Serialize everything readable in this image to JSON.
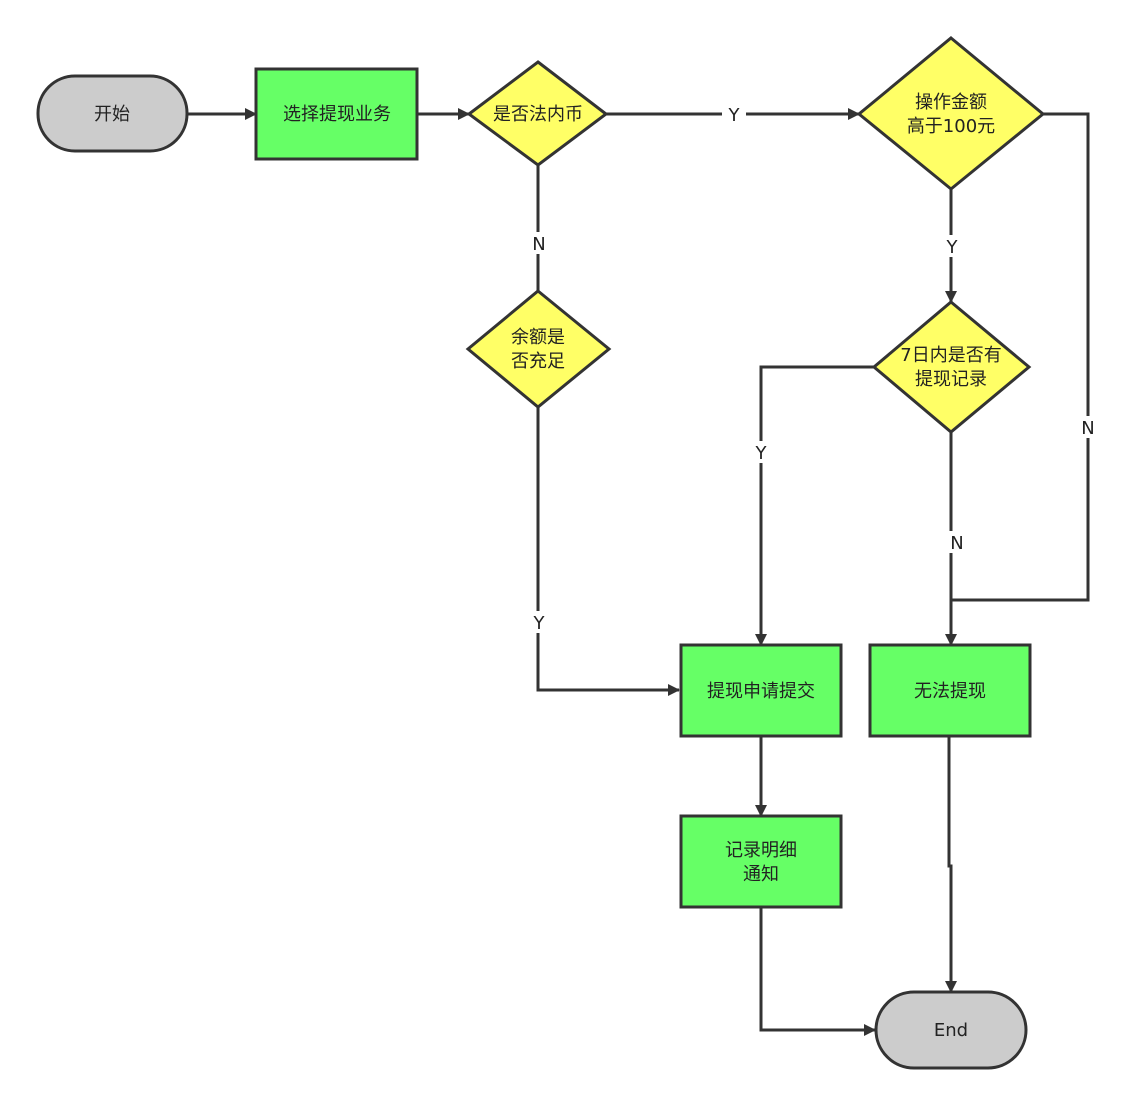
{
  "colors": {
    "process": "#66ff66",
    "decision": "#ffff66",
    "terminal": "#cccccc",
    "stroke": "#333333"
  },
  "nodes": {
    "start": {
      "lines": [
        "开始"
      ]
    },
    "select": {
      "lines": [
        "选择提现业务"
      ]
    },
    "legal": {
      "lines": [
        "是否法内币"
      ]
    },
    "amount": {
      "lines": [
        "操作金额",
        "高于100元"
      ]
    },
    "balance": {
      "lines": [
        "余额是",
        "否充足"
      ]
    },
    "seven": {
      "lines": [
        "7日内是否有",
        "提现记录"
      ]
    },
    "submit": {
      "lines": [
        "提现申请提交"
      ]
    },
    "unable": {
      "lines": [
        "无法提现"
      ]
    },
    "record": {
      "lines": [
        "记录明细",
        "通知"
      ]
    },
    "end": {
      "lines": [
        "End"
      ]
    }
  },
  "edge_labels": {
    "legal_to_amount": "Y",
    "legal_to_balance": "N",
    "amount_to_seven": "Y",
    "amount_to_unable": "N",
    "seven_to_submit": "Y",
    "seven_to_unable": "N",
    "balance_to_submit": "Y"
  }
}
